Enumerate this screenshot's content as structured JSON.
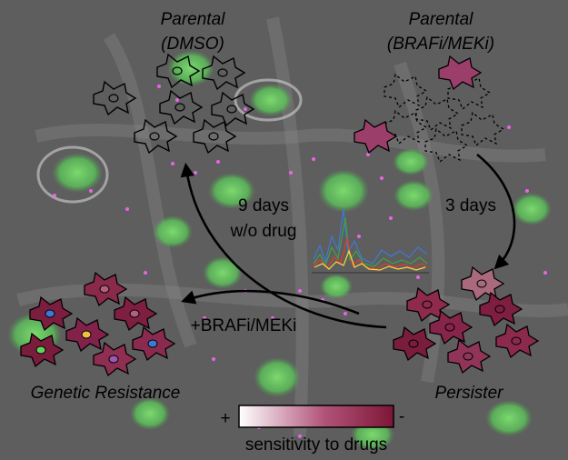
{
  "labels": {
    "parental_dmso_line1": "Parental",
    "parental_dmso_line2": "(DMSO)",
    "parental_drug_line1": "Parental",
    "parental_drug_line2": "(BRAFi/MEKi)",
    "days_9_line1": "9 days",
    "days_9_line2": "w/o drug",
    "days_3": "3 days",
    "add_drug": "+BRAFi/MEKi",
    "genetic_resistance": "Genetic Resistance",
    "persister": "Persister"
  },
  "legend": {
    "plus": "+",
    "minus": "-",
    "caption": "sensitivity to drugs",
    "gradient_start": "#ffffff",
    "gradient_end": "#8c1d3c"
  },
  "colors": {
    "background": "#5e5e5e",
    "nucleus_glow": "#5fd35a",
    "speckle": "#ff66ff",
    "persister_fill": "#8a2a4a",
    "resistant_fill": "#7a1d3e",
    "parental_drug_cell": "#9b3f6a",
    "arrow": "#000000"
  }
}
